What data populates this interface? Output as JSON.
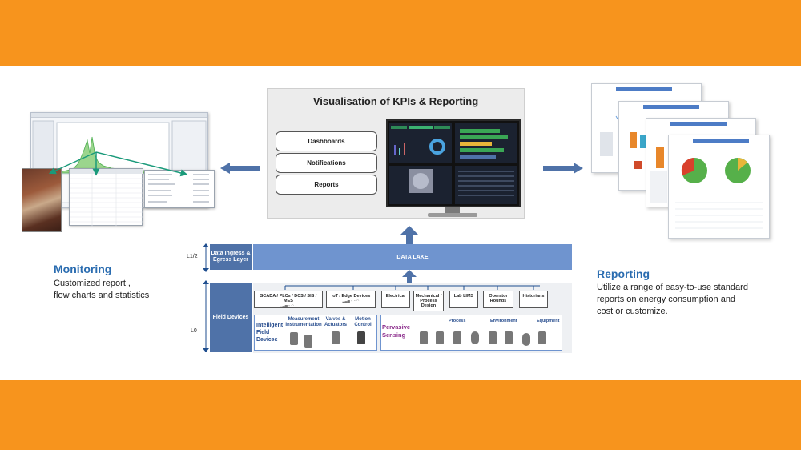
{
  "colors": {
    "band": "#f7941d",
    "accent_blue": "#2a6cb0",
    "data_lake": "#6f94cf",
    "layer_box": "#4f72a8",
    "pervasive": "#8a2a8a"
  },
  "visualisation": {
    "title": "Visualisation of KPIs & Reporting",
    "items": [
      "Dashboards",
      "Notifications",
      "Reports"
    ]
  },
  "monitoring": {
    "title": "Monitoring",
    "text": "Customized report ,\nflow charts and statistics"
  },
  "reporting": {
    "title": "Reporting",
    "text": "Utilize a range of easy-to-use standard\nreports on energy consumption and\ncost or customize."
  },
  "architecture": {
    "level_l12": "L1/2",
    "level_l0": "L0",
    "ingress": "Data Ingress & Egress Layer",
    "data_lake": "DATA LAKE",
    "field_devices": "Field Devices",
    "sources": [
      {
        "label": "SCADA / PLCs / DCS / SIS / MES"
      },
      {
        "label": "IoT / Edge Devices"
      },
      {
        "label": "Electrical"
      },
      {
        "label": "Mechanical / Process Design"
      },
      {
        "label": "Lab LIMS"
      },
      {
        "label": "Operator Rounds"
      },
      {
        "label": "Historians"
      }
    ],
    "intelligent": "Intelligent Field Devices",
    "instrumentation": "Measurement Instrumentation",
    "valves": "Valves & Actuators",
    "motion": "Motion Control",
    "pervasive": "Pervasive Sensing",
    "categories": [
      "Process",
      "Environment",
      "Equipment"
    ]
  }
}
